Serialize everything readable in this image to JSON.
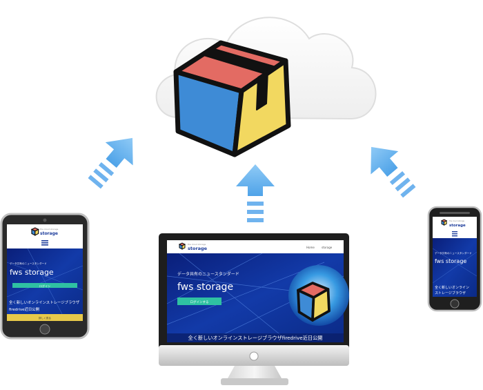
{
  "brand": {
    "tagline": "the cloud storage",
    "name": "storage"
  },
  "desktop": {
    "nav": [
      "Home",
      "storage"
    ],
    "hero_sub": "データ共有のニュースタンダード",
    "hero_title": "fws storage",
    "cta": "ログインする",
    "news": "全く新しいオンラインストレージブラウザfiredrive近日公開"
  },
  "tablet": {
    "hero_sub": "データ共有のニュースタンダード",
    "hero_title": "fws storage",
    "cta": "ログイン",
    "news_line1": "全く新しいオンラインストレージブラウザ",
    "news_line2": "firedrive近日公開",
    "more": "詳しく見る"
  },
  "phone": {
    "hero_sub": "データ共有のニュースタンダード",
    "hero_title": "fws storage",
    "news_line1": "全く新しいオンライン",
    "news_line2": "ストレージブラウザ"
  },
  "colors": {
    "box_red": "#e36b63",
    "box_blue": "#3e8bd6",
    "box_yellow": "#f2d860",
    "arrow": "#6fb3ee",
    "cta": "#2fc1a2",
    "screen": "#0a2a8c"
  }
}
